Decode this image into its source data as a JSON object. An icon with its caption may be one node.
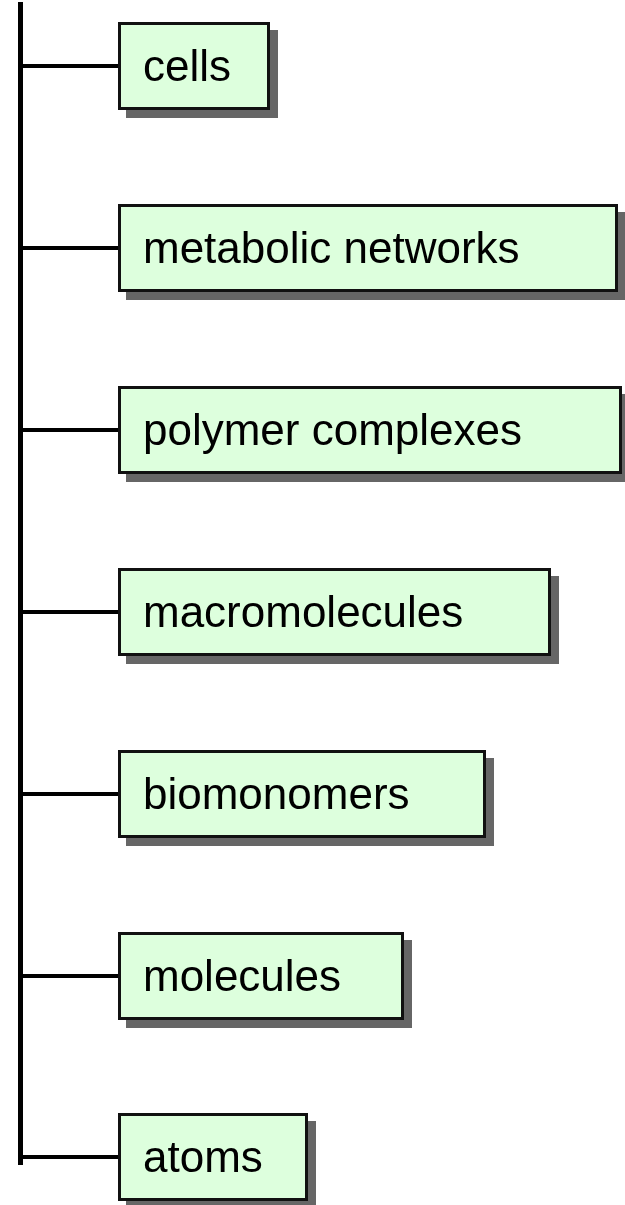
{
  "diagram": {
    "nodes": [
      {
        "text": [],
        "shape": "bar"
      },
      {
        "text": [
          "cells"
        ]
      },
      {
        "text": [
          "metabolic networks"
        ]
      },
      {
        "text": [
          "polymer complexes"
        ]
      },
      {
        "text": [
          "macromolecules"
        ]
      },
      {
        "text": [
          "biomonomers"
        ]
      },
      {
        "text": [
          "molecules"
        ]
      },
      {
        "text": [
          "atoms"
        ]
      }
    ],
    "edges": [
      {
        "from": 0,
        "to": 1,
        "arrow": "none"
      },
      {
        "from": 0,
        "to": 2,
        "arrow": "none"
      },
      {
        "from": 0,
        "to": 3,
        "arrow": "none"
      },
      {
        "from": 0,
        "to": 4,
        "arrow": "none"
      },
      {
        "from": 0,
        "to": 5,
        "arrow": "none"
      },
      {
        "from": 0,
        "to": 6,
        "arrow": "none"
      },
      {
        "from": 0,
        "to": 7,
        "arrow": "none"
      }
    ]
  }
}
